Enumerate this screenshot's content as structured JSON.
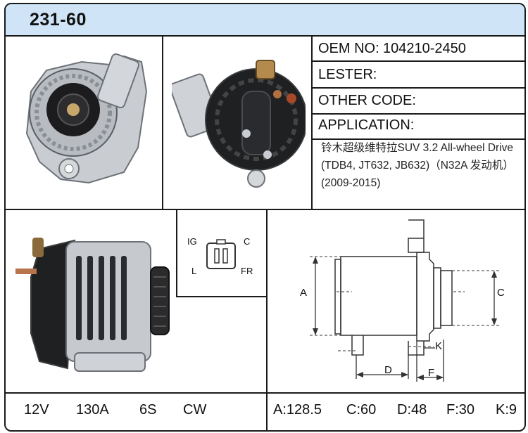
{
  "header": {
    "part_number": "231-60"
  },
  "info": {
    "oem_label": "OEM NO:",
    "oem_value": "104210-2450",
    "lester_label": "LESTER:",
    "other_code_label": "OTHER CODE:",
    "application_label": "APPLICATION:",
    "application_text": "铃木超级维特拉SUV 3.2 All-wheel Drive (TDB4, JT632, JB632)（N32A 发动机） (2009-2015)"
  },
  "connector": {
    "ig": "IG",
    "c": "C",
    "l": "L",
    "fr": "FR"
  },
  "dimension_labels": {
    "a": "A",
    "c": "C",
    "d": "D",
    "f": "F",
    "k": "K"
  },
  "specs_left": {
    "voltage": "12V",
    "amperage": "130A",
    "pulley": "6S",
    "rotation": "CW"
  },
  "specs_right": {
    "a": "A:128.5",
    "c": "C:60",
    "d": "D:48",
    "f": "F:30",
    "k": "K:9"
  },
  "colors": {
    "header_bg": "#cfe4f6",
    "border": "#1a1a1a"
  }
}
